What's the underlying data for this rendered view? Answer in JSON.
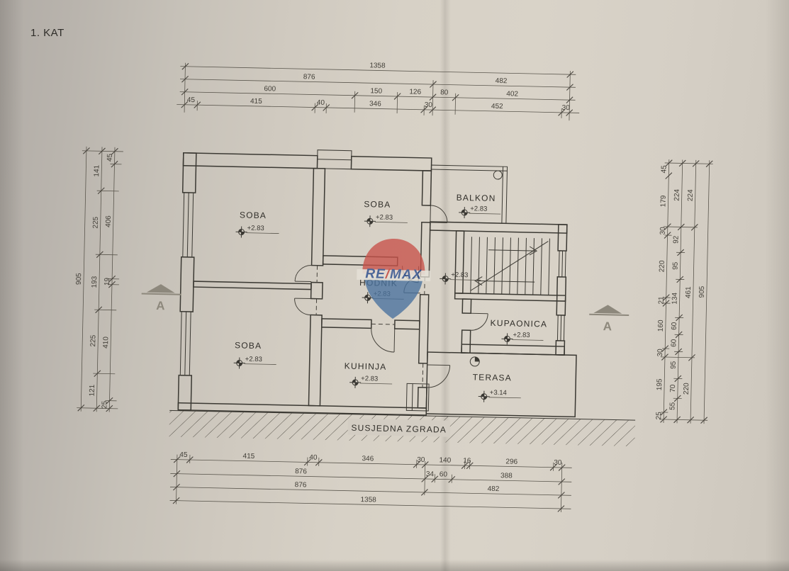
{
  "header": {
    "floor_label": "1. KAT"
  },
  "watermark": {
    "re": "RE",
    "slash": "/",
    "max": "MAX"
  },
  "plan": {
    "rooms": {
      "soba_tl": {
        "name": "SOBA",
        "level": "+2.83"
      },
      "soba_tm": {
        "name": "SOBA",
        "level": "+2.83"
      },
      "balkon": {
        "name": "BALKON",
        "level": "+2.83"
      },
      "hodnik": {
        "name": "HODNIK",
        "level": "+2.83"
      },
      "stair_landing": {
        "level": "+2.83"
      },
      "kupaonica": {
        "name": "KUPAONICA",
        "level": "+2.83"
      },
      "soba_bl": {
        "name": "SOBA",
        "level": "+2.83"
      },
      "kuhinja": {
        "name": "KUHINJA",
        "level": "+2.83"
      },
      "terasa": {
        "name": "TERASA",
        "level": "+3.14"
      }
    },
    "neighbor_building_label": "SUSJEDNA ZGRADA",
    "section_marker_label": "A"
  },
  "dims": {
    "top": {
      "r1": [
        "1358"
      ],
      "r2": [
        "876",
        "482"
      ],
      "r3": [
        "600",
        "150",
        "126",
        "80",
        "402"
      ],
      "r4": [
        "45",
        "415",
        "40",
        "346",
        "30",
        "452",
        "30"
      ]
    },
    "left": {
      "outer": [
        "905"
      ],
      "mid": [
        "141",
        "225",
        "193",
        "225",
        "121"
      ],
      "inner": [
        "45",
        "406",
        "19",
        "410",
        "25"
      ]
    },
    "right": {
      "c1": [
        "45",
        "179",
        "30",
        "220",
        "21",
        "160",
        "30",
        "195",
        "25"
      ],
      "c2": [
        "224",
        "92",
        "95",
        "134",
        "60",
        "60",
        "95",
        "70",
        "55"
      ],
      "c3": [
        "224",
        "461",
        "220"
      ],
      "c4": [
        "905"
      ]
    },
    "bottom": {
      "r1": [
        "45",
        "415",
        "40",
        "346",
        "30",
        "140",
        "16",
        "296",
        "30"
      ],
      "r2": [
        "876",
        "34",
        "60",
        "388"
      ],
      "r3": [
        "876",
        "482"
      ],
      "r4": [
        "1358"
      ]
    }
  }
}
